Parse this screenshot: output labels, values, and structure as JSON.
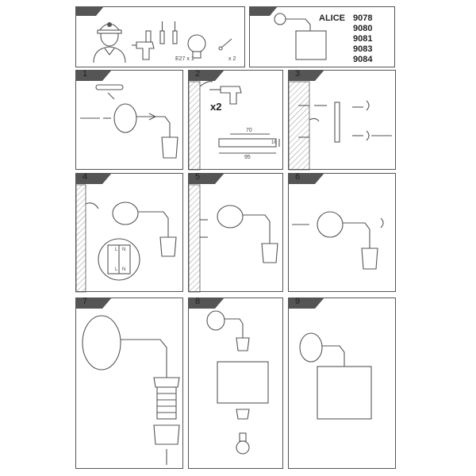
{
  "product": {
    "name": "ALICE",
    "models": [
      "9078",
      "9080",
      "9081",
      "9083",
      "9084"
    ]
  },
  "tools": {
    "bulb_label": "E27 x 1",
    "screw_label": "x 2"
  },
  "steps": [
    {
      "number": "1"
    },
    {
      "number": "2",
      "drill_qty": "x2",
      "dim_top": "70",
      "dim_bottom": "95",
      "dim_side": "16"
    },
    {
      "number": "3"
    },
    {
      "number": "4",
      "terminal_top": "L",
      "terminal_top2": "N",
      "terminal_bottom": "L",
      "terminal_bottom2": "N"
    },
    {
      "number": "5"
    },
    {
      "number": "6"
    },
    {
      "number": "7"
    },
    {
      "number": "8"
    },
    {
      "number": "9"
    }
  ],
  "colors": {
    "line": "#555555",
    "background": "#ffffff"
  }
}
